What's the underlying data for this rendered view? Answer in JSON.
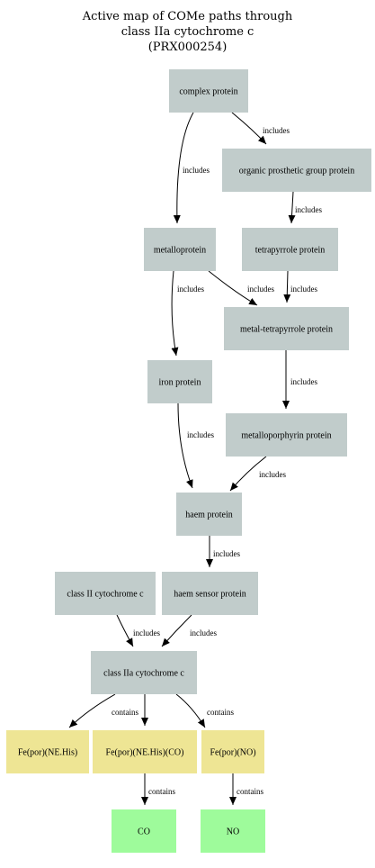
{
  "title": {
    "line1": "Active map of COMe paths through",
    "line2": "class IIa cytochrome c",
    "line3": "(PRX000254)"
  },
  "colors": {
    "protein": "#c1cccb",
    "component": "#eee594",
    "ligand": "#9efb9b",
    "edge": "#000000"
  },
  "nodes": [
    {
      "id": "complex-protein",
      "label": "complex protein",
      "kind": "protein"
    },
    {
      "id": "organic-prosthetic-group-protein",
      "label": "organic prosthetic group protein",
      "kind": "protein"
    },
    {
      "id": "metalloprotein",
      "label": "metalloprotein",
      "kind": "protein"
    },
    {
      "id": "tetrapyrrole-protein",
      "label": "tetrapyrrole protein",
      "kind": "protein"
    },
    {
      "id": "metal-tetrapyrrole-protein",
      "label": "metal-tetrapyrrole protein",
      "kind": "protein"
    },
    {
      "id": "iron-protein",
      "label": "iron protein",
      "kind": "protein"
    },
    {
      "id": "metalloporphyrin-protein",
      "label": "metalloporphyrin protein",
      "kind": "protein"
    },
    {
      "id": "haem-protein",
      "label": "haem protein",
      "kind": "protein"
    },
    {
      "id": "class-ii-cytochrome-c",
      "label": "class II cytochrome c",
      "kind": "protein"
    },
    {
      "id": "haem-sensor-protein",
      "label": "haem sensor protein",
      "kind": "protein"
    },
    {
      "id": "class-iia-cytochrome-c",
      "label": "class IIa cytochrome c",
      "kind": "protein"
    },
    {
      "id": "fe-por-ne-his",
      "label": "Fe(por)(NE.His)",
      "kind": "component"
    },
    {
      "id": "fe-por-ne-his-co",
      "label": "Fe(por)(NE.His)(CO)",
      "kind": "component"
    },
    {
      "id": "fe-por-no",
      "label": "Fe(por)(NO)",
      "kind": "component"
    },
    {
      "id": "co",
      "label": "CO",
      "kind": "ligand"
    },
    {
      "id": "no",
      "label": "NO",
      "kind": "ligand"
    }
  ],
  "edges": [
    {
      "from": "complex-protein",
      "to": "organic-prosthetic-group-protein",
      "label": "includes"
    },
    {
      "from": "complex-protein",
      "to": "metalloprotein",
      "label": "includes"
    },
    {
      "from": "organic-prosthetic-group-protein",
      "to": "tetrapyrrole-protein",
      "label": "includes"
    },
    {
      "from": "metalloprotein",
      "to": "metal-tetrapyrrole-protein",
      "label": "includes"
    },
    {
      "from": "tetrapyrrole-protein",
      "to": "metal-tetrapyrrole-protein",
      "label": "includes"
    },
    {
      "from": "metalloprotein",
      "to": "iron-protein",
      "label": "includes"
    },
    {
      "from": "metal-tetrapyrrole-protein",
      "to": "metalloporphyrin-protein",
      "label": "includes"
    },
    {
      "from": "iron-protein",
      "to": "haem-protein",
      "label": "includes"
    },
    {
      "from": "metalloporphyrin-protein",
      "to": "haem-protein",
      "label": "includes"
    },
    {
      "from": "haem-protein",
      "to": "haem-sensor-protein",
      "label": "includes"
    },
    {
      "from": "class-ii-cytochrome-c",
      "to": "class-iia-cytochrome-c",
      "label": "includes"
    },
    {
      "from": "haem-sensor-protein",
      "to": "class-iia-cytochrome-c",
      "label": "includes"
    },
    {
      "from": "class-iia-cytochrome-c",
      "to": "fe-por-ne-his",
      "label": ""
    },
    {
      "from": "class-iia-cytochrome-c",
      "to": "fe-por-ne-his-co",
      "label": "contains"
    },
    {
      "from": "class-iia-cytochrome-c",
      "to": "fe-por-no",
      "label": "contains"
    },
    {
      "from": "fe-por-ne-his-co",
      "to": "co",
      "label": "contains"
    },
    {
      "from": "fe-por-no",
      "to": "no",
      "label": "contains"
    }
  ]
}
